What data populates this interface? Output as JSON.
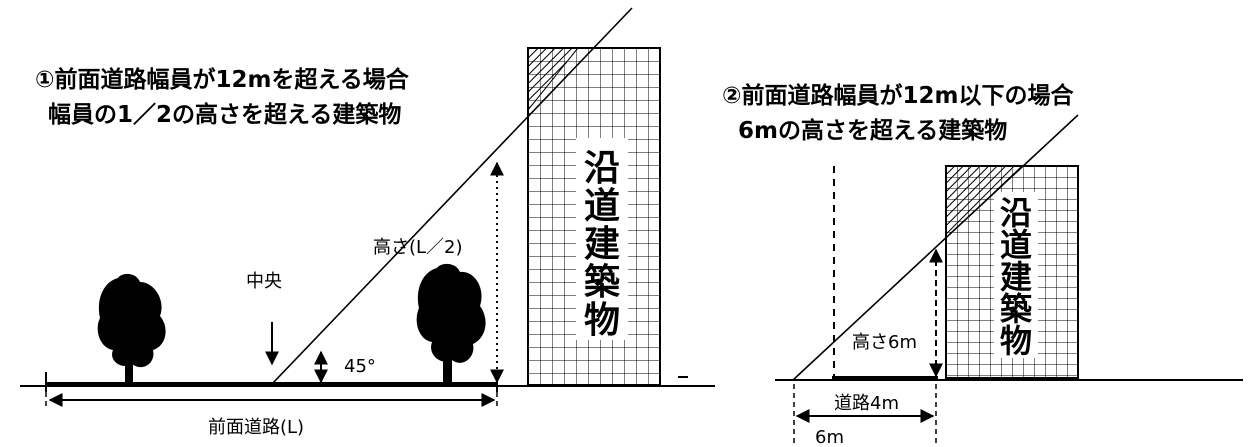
{
  "diagram1": {
    "title_line1": "①前面道路幅員が12mを超える場合",
    "title_line2": "幅員の1／2の高さを超える建築物",
    "center_label": "中央",
    "angle_label": "45°",
    "height_label": "高さ(L／2)",
    "road_label": "前面道路(L)",
    "building_label": [
      "沿",
      "道",
      "建",
      "築",
      "物"
    ]
  },
  "diagram2": {
    "title_line1": "②前面道路幅員が12m以下の場合",
    "title_line2": "6mの高さを超える建築物",
    "height_label": "高さ6m",
    "road_label": "道路4m",
    "distance_label": "6m",
    "building_label": [
      "沿",
      "道",
      "建",
      "築",
      "物"
    ]
  },
  "colors": {
    "line": "#000000",
    "grid": "#000000",
    "background": "#ffffff"
  }
}
